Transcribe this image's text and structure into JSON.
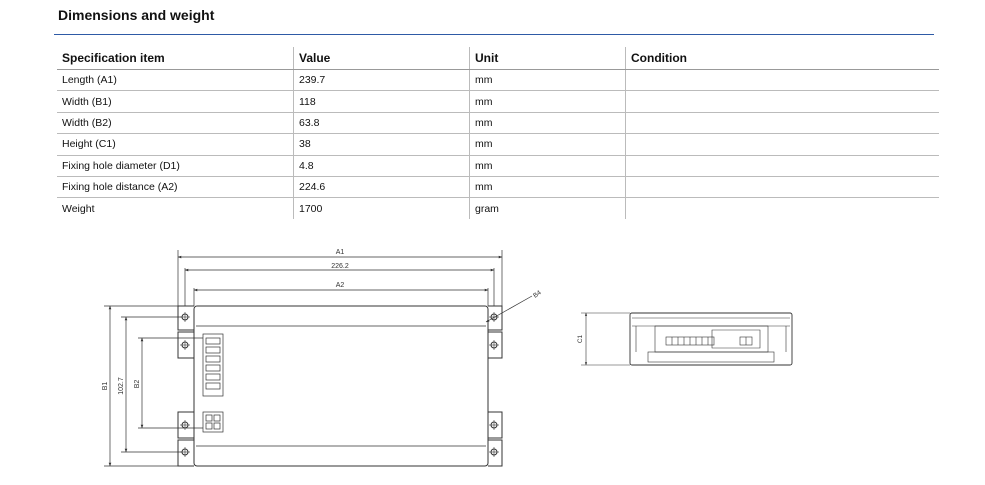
{
  "section": {
    "title": "Dimensions and weight"
  },
  "table": {
    "headers": [
      "Specification item",
      "Value",
      "Unit",
      "Condition"
    ],
    "rows": [
      [
        "Length (A1)",
        "239.7",
        "mm",
        ""
      ],
      [
        "Width (B1)",
        "118",
        "mm",
        ""
      ],
      [
        "Width (B2)",
        "63.8",
        "mm",
        ""
      ],
      [
        "Height (C1)",
        "38",
        "mm",
        ""
      ],
      [
        "Fixing hole diameter (D1)",
        "4.8",
        "mm",
        ""
      ],
      [
        "Fixing hole distance (A2)",
        "224.6",
        "mm",
        ""
      ],
      [
        "Weight",
        "1700",
        "gram",
        ""
      ]
    ]
  },
  "drawing": {
    "labels": {
      "a1": "A1",
      "a_226": "226.2",
      "a2": "A2",
      "b4": "B4",
      "b1": "B1",
      "b_102": "102.7",
      "b2": "B2",
      "c1": "C1"
    }
  }
}
